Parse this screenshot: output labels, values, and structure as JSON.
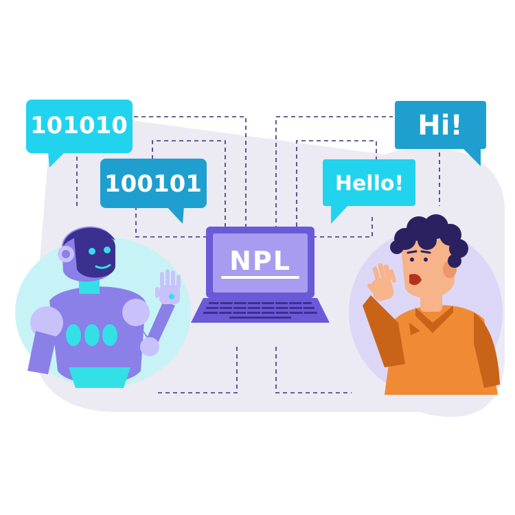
{
  "bubbles": {
    "binary_top": "101010",
    "binary_bottom": "100101",
    "hello": "Hello!",
    "hi": "Hi!"
  },
  "laptop": {
    "screen_text": "NPL"
  },
  "colors": {
    "background_blob": "#eceaf2",
    "bubble_cyan": "#22d3ee",
    "bubble_blue": "#1e9fd0",
    "robot_purple": "#8b7fe8",
    "robot_dark": "#3b2f8f",
    "robot_accent": "#33e0e6",
    "laptop_body": "#6a5ad8",
    "laptop_screen": "#a79cf0",
    "shirt_orange": "#f08a34",
    "hair_navy": "#2b2160",
    "skin": "#f7b38a",
    "dash_line": "#3a2d7a"
  }
}
